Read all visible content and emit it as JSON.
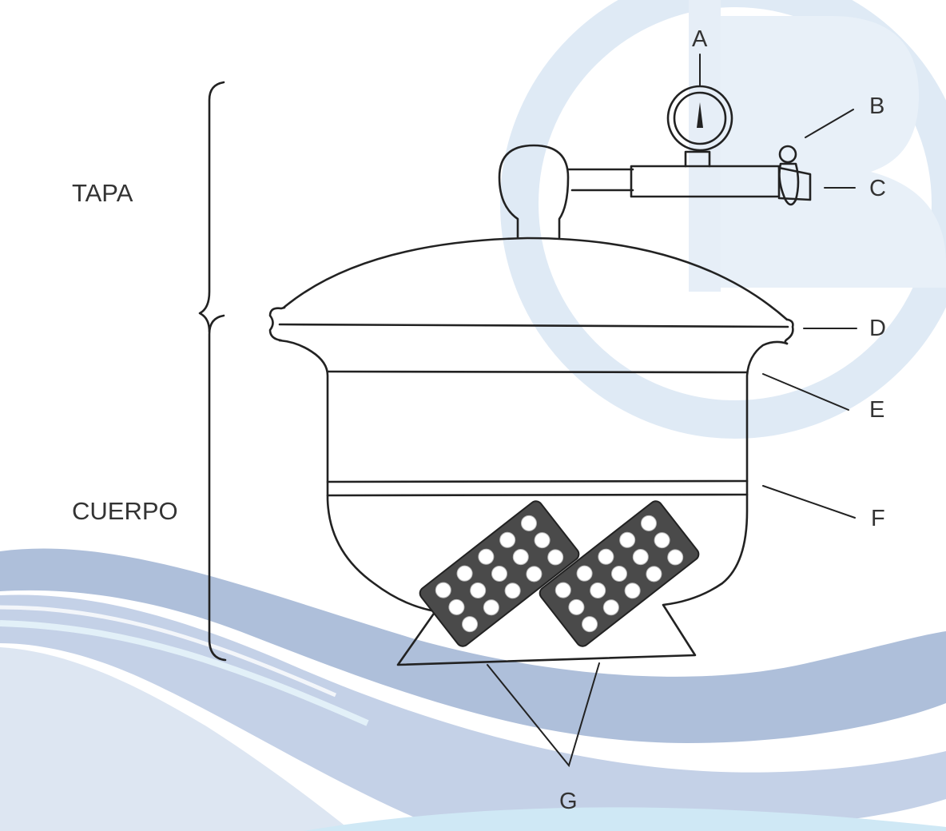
{
  "colors": {
    "ink": "#222222",
    "label": "#333333",
    "watermark_ring": "#cfe1f0",
    "wave_dark": "#9fb3d3",
    "wave_mid": "#b9c8e1",
    "wave_light": "#d9e3f1",
    "wave_cyan": "#cfe8f5",
    "blister_sheet": "#4a4a4a",
    "tablet": "#ffffff"
  },
  "groups": {
    "lid": "TAPA",
    "body": "CUERPO"
  },
  "parts": {
    "a": "A",
    "b": "B",
    "c": "C",
    "d": "D",
    "e": "E",
    "f": "F",
    "g": "G"
  },
  "icons": {
    "gauge": "pressure-gauge-icon",
    "tablets": "blister-pack-icon"
  }
}
